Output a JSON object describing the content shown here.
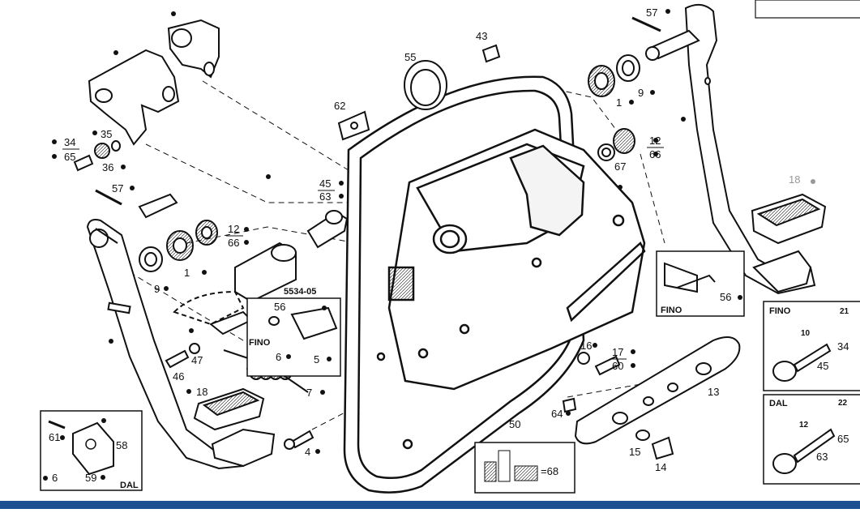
{
  "diagram": {
    "callouts": [
      "57",
      "43",
      "55",
      "62",
      "34",
      "65",
      "35",
      "36",
      "1",
      "9",
      "12",
      "66",
      "67",
      "45",
      "63",
      "18",
      "5534-05",
      "56",
      "6",
      "5",
      "47",
      "46",
      "7",
      "16",
      "17",
      "60",
      "13",
      "64",
      "50",
      "15",
      "14",
      "4",
      "61",
      "58",
      "59",
      "21",
      "22",
      "10"
    ],
    "fractions": [
      {
        "num": "34",
        "den": "65"
      },
      {
        "num": "12",
        "den": "66"
      },
      {
        "num": "45",
        "den": "63"
      },
      {
        "num": "17",
        "den": "60"
      }
    ],
    "part_ref": "5534-05",
    "inset_labels": {
      "fino": "FINO",
      "dal": "DAL"
    },
    "kit_label": "=68"
  },
  "colors": {
    "line": "#111111",
    "accent_bar": "#1d4f91",
    "muted": "#999999"
  }
}
